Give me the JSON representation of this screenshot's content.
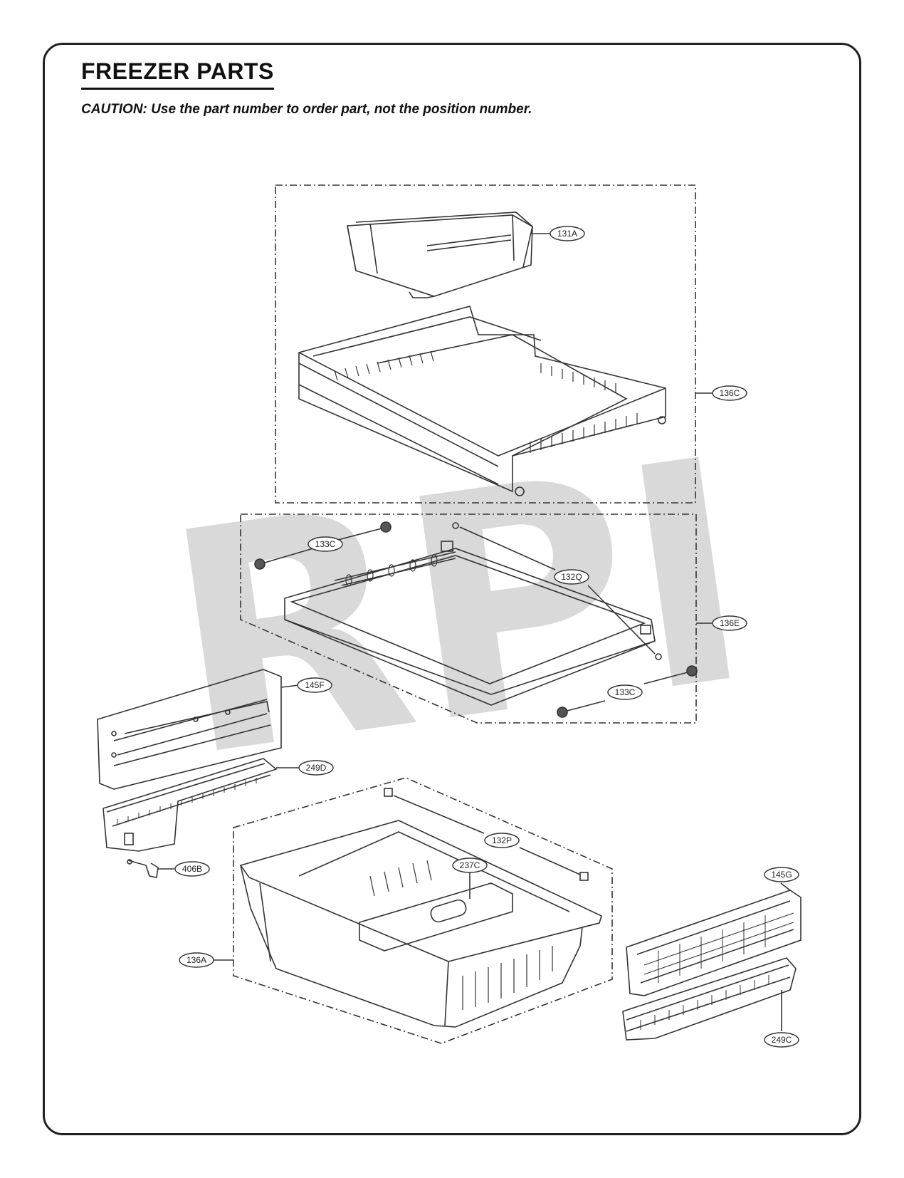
{
  "header": {
    "title": "FREEZER PARTS",
    "caution": "CAUTION: Use the part number to order part, not the position number."
  },
  "watermark": "RPI",
  "callouts": {
    "c131A": "131A",
    "c136C": "136C",
    "c133C_top": "133C",
    "c132Q": "132Q",
    "c136E": "136E",
    "c133C_bottom": "133C",
    "c145F": "145F",
    "c249D": "249D",
    "c406B": "406B",
    "c132P": "132P",
    "c237C": "237C",
    "c136A": "136A",
    "c145G": "145G",
    "c249C": "249C"
  }
}
